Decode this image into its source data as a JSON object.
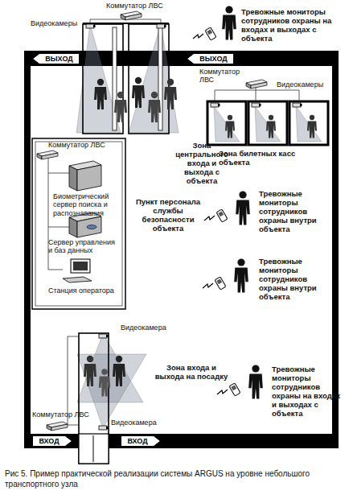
{
  "diagram": {
    "caption": "Рис 5.   Пример практической реализации системы ARGUS на уровне небольшого транспортного узла",
    "nodes": [
      {
        "text": [
          "ВЫХОД"
        ]
      },
      {
        "text": [
          "ВЫХОД"
        ]
      },
      {
        "text": [
          "ВХОД"
        ]
      },
      {
        "text": [
          "ВХОД"
        ]
      }
    ],
    "labels": [
      "Видеокамеры",
      "Коммутатор ЛВС",
      "Тревожные мониторы сотрудников охраны на входах и выходах с объекта",
      "Зона центрального входа и выхода с объекта",
      "Коммутатор ЛВС",
      "Видеокамеры",
      "Зона билетных касс объекта",
      "Коммутатор ЛВС",
      "Биометрический сервер поиска и распознавания",
      "Сервер управления и баз данных",
      "Станция оператора",
      "Пункт персонала службы безопасности объекта",
      "Тревожные мониторы сотрудников охраны внутри объекта",
      "Тревожные мониторы сотрудников охраны внутри объекта",
      "Видеокамера",
      "Зона входа и выхода на посадку",
      "Тревожные мониторы сотрудников охраны на входах и выходах с объекта",
      "Коммутатор ЛВС",
      "Видеокамера"
    ]
  }
}
